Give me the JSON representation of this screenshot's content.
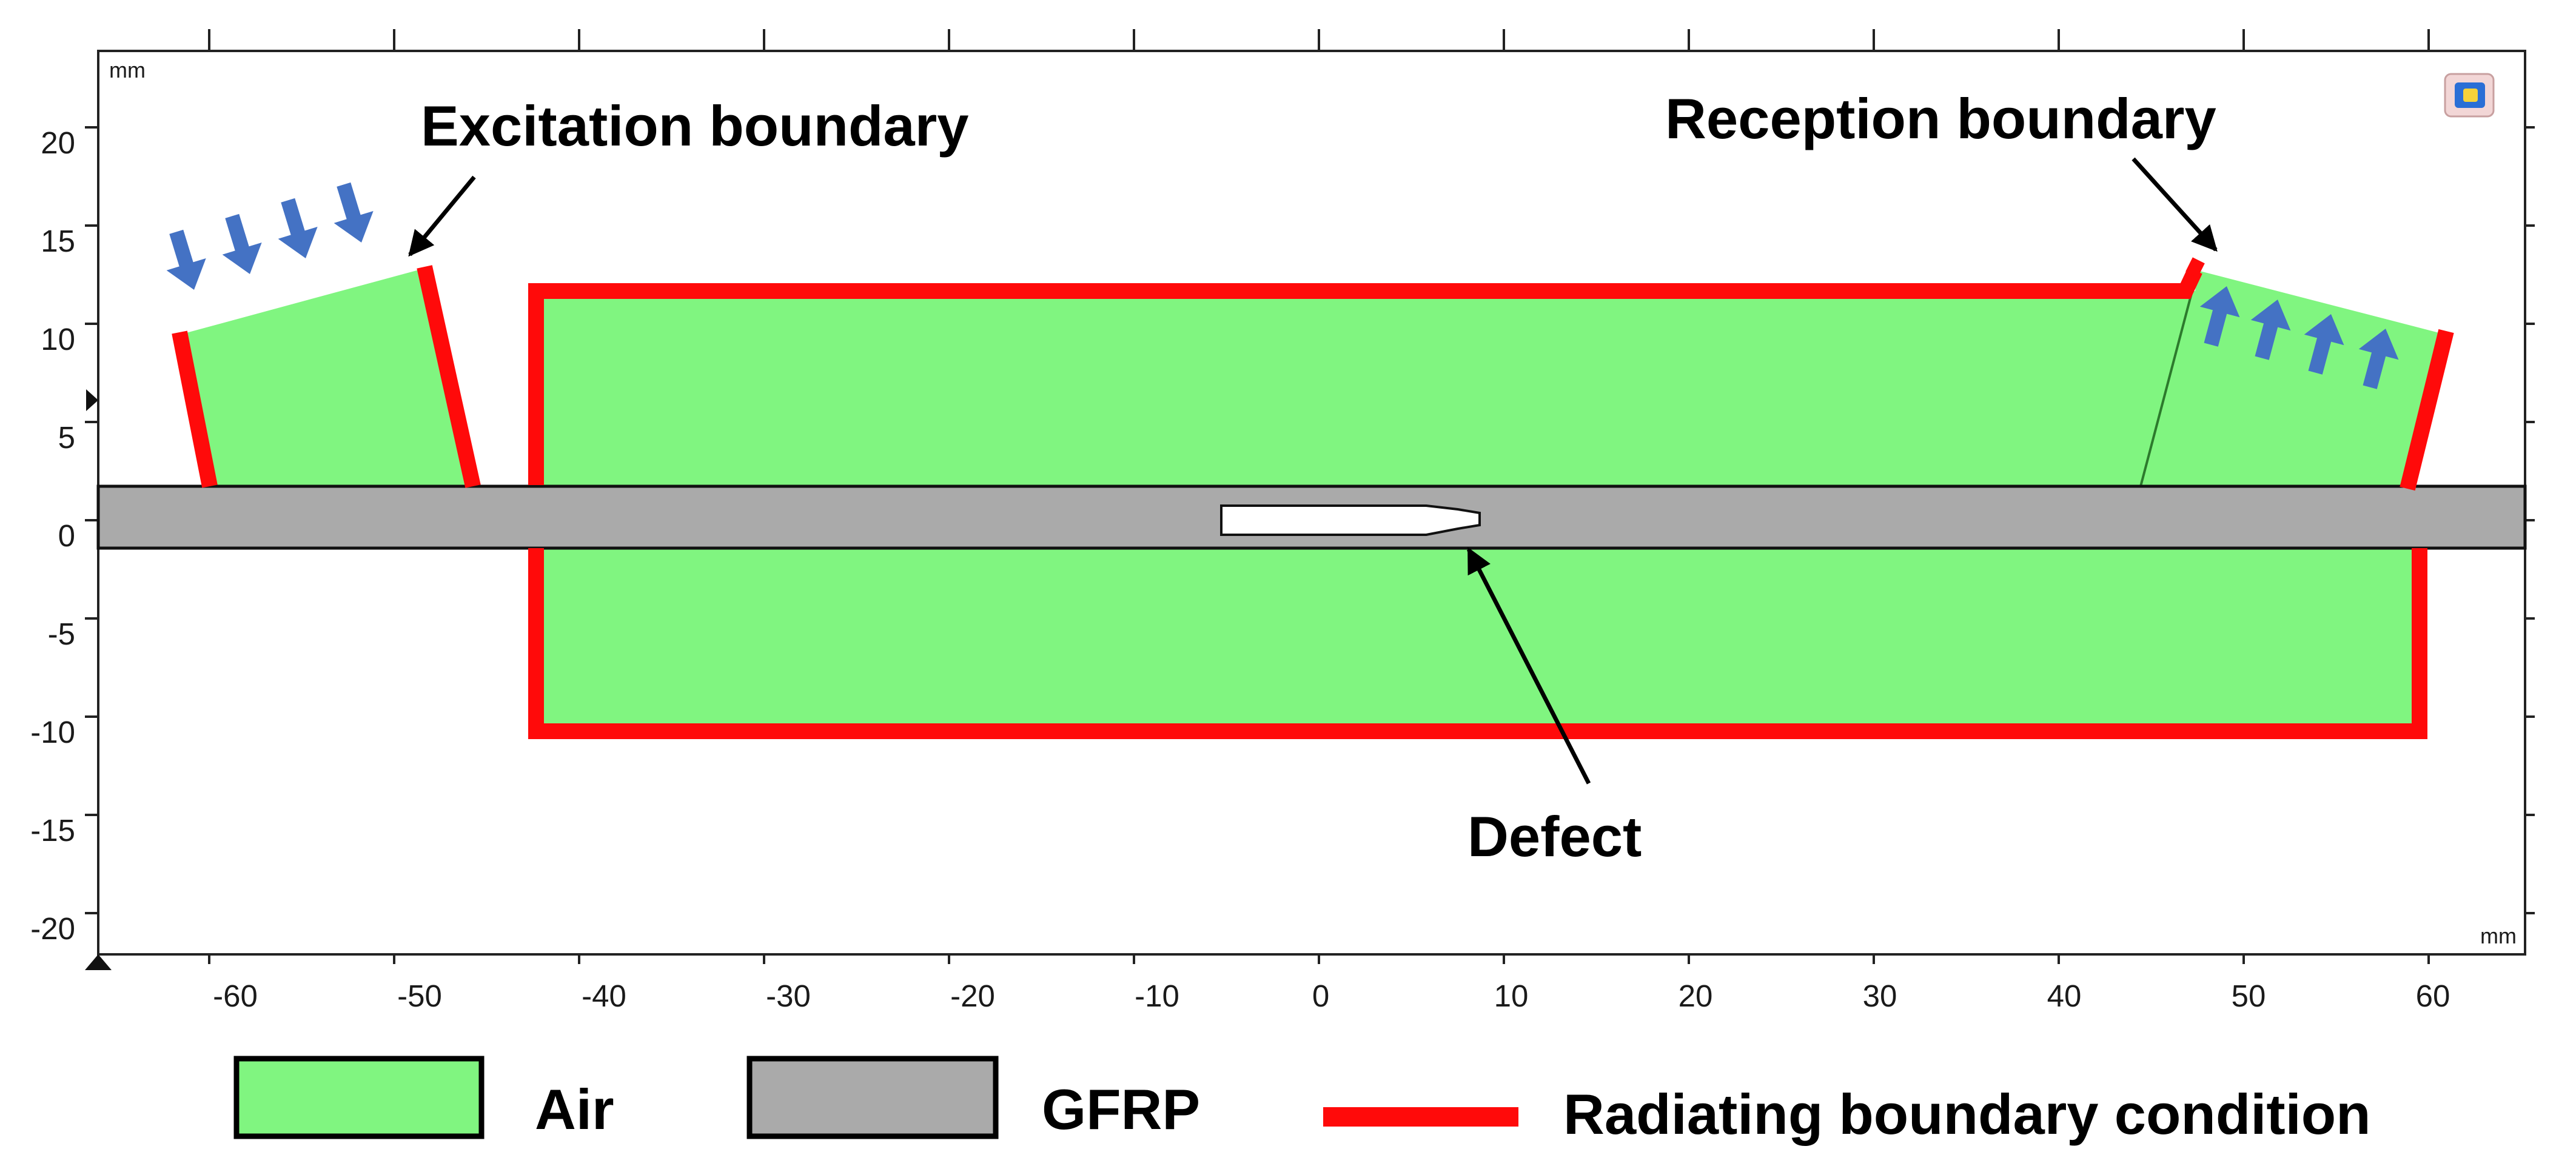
{
  "units": {
    "top_left": "mm",
    "bottom_right": "mm"
  },
  "axes": {
    "x_ticks": [
      "-60",
      "-50",
      "-40",
      "-30",
      "-20",
      "-10",
      "0",
      "10",
      "20",
      "30",
      "40",
      "50",
      "60"
    ],
    "y_ticks": [
      "20",
      "15",
      "10",
      "5",
      "0",
      "-5",
      "-10",
      "-15",
      "-20"
    ]
  },
  "annotations": {
    "excitation": "Excitation boundary",
    "reception": "Reception boundary",
    "defect": "Defect"
  },
  "legend": [
    {
      "label": "Air",
      "color": "#80f580"
    },
    {
      "label": "GFRP",
      "color": "#aaaaaa"
    },
    {
      "label": "Radiating boundary condition",
      "color": "#ff0a0a"
    }
  ],
  "colors": {
    "air": "#80f580",
    "gfrp": "#aaaaaa",
    "boundary": "#ff0a0a",
    "wave_arrow": "#4472c4",
    "defect": "#ffffff"
  }
}
